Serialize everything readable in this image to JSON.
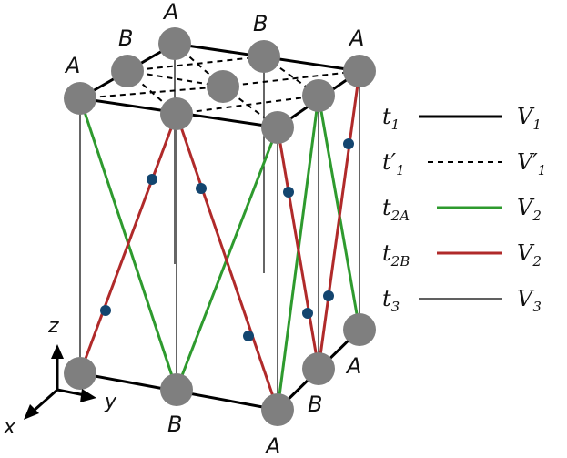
{
  "colors": {
    "atom": "#7f7f7f",
    "hop_t1": "#000000",
    "hop_t2A": "#2e9a2e",
    "hop_t2B": "#b02a2a",
    "hop_t3": "#000000",
    "interaction_dot": "#13456f"
  },
  "sites": {
    "top_A_left": "A",
    "top_B_back": "B",
    "top_A_back": "A",
    "top_B_right": "B",
    "top_A_right": "A",
    "bottom_B_front": "B",
    "bottom_A_front": "A",
    "bottom_B_right": "B",
    "bottom_A_right": "A"
  },
  "axes": {
    "x": "x",
    "y": "y",
    "z": "z"
  },
  "legend": [
    {
      "t": "t",
      "t_sup": "",
      "t_sub": "1",
      "v": "V",
      "v_sup": "",
      "v_sub": "1",
      "style": "solid-thick"
    },
    {
      "t": "t",
      "t_sup": "′",
      "t_sub": "1",
      "v": "V",
      "v_sup": "′",
      "v_sub": "1",
      "style": "dashed"
    },
    {
      "t": "t",
      "t_sup": "",
      "t_sub": "2A",
      "v": "V",
      "v_sup": "",
      "v_sub": "2",
      "style": "green"
    },
    {
      "t": "t",
      "t_sup": "",
      "t_sub": "2B",
      "v": "V",
      "v_sup": "",
      "v_sub": "2",
      "style": "red"
    },
    {
      "t": "t",
      "t_sup": "",
      "t_sub": "3",
      "v": "V",
      "v_sup": "",
      "v_sub": "3",
      "style": "thin"
    }
  ]
}
